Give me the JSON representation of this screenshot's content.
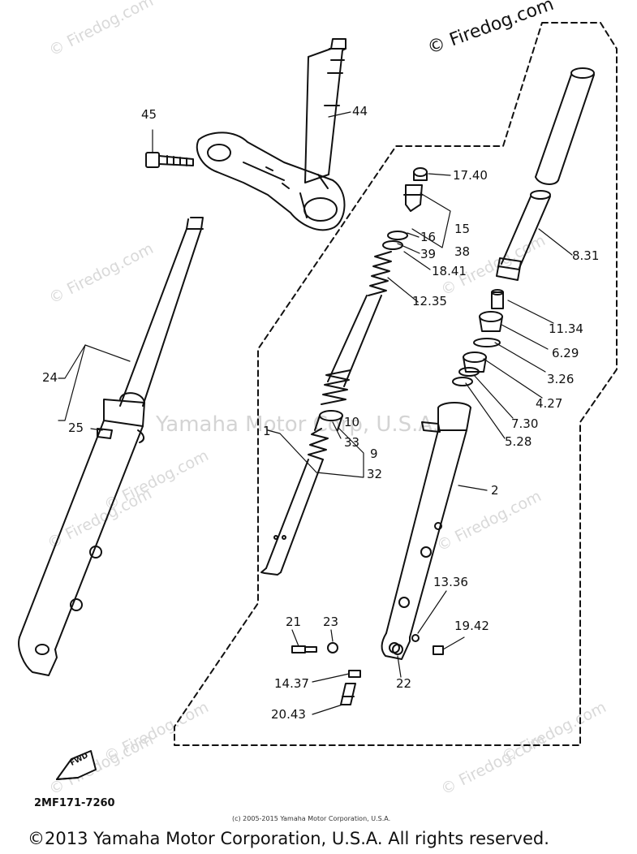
{
  "watermarks": {
    "top_right": "© Firedog.com",
    "repeat": "© Firedog.com",
    "center": "Yamaha Motor Corp, U.S.A."
  },
  "labels": {
    "l45": "45",
    "l44": "44",
    "l17_40": "17.40",
    "l15": "15",
    "l38": "38",
    "l16": "16",
    "l39": "39",
    "l18_41": "18.41",
    "l8_31": "8.31",
    "l12_35": "12.35",
    "l11_34": "11.34",
    "l6_29": "6.29",
    "l3_26": "3.26",
    "l4_27": "4.27",
    "l7_30": "7.30",
    "l5_28": "5.28",
    "l24": "24",
    "l25": "25",
    "l10": "10",
    "l33": "33",
    "l9": "9",
    "l32": "32",
    "l1": "1",
    "l2": "2",
    "l13_36": "13.36",
    "l21": "21",
    "l23": "23",
    "l19_42": "19.42",
    "l14_37": "14.37",
    "l22": "22",
    "l20_43": "20.43"
  },
  "fwd_label": "FWD",
  "diagram_code": "2MF171-7260",
  "small_copyright": "(c) 2005-2015 Yamaha Motor Corporation, U.S.A.",
  "footer_copyright": "©2013 Yamaha Motor Corporation, U.S.A. All rights reserved."
}
